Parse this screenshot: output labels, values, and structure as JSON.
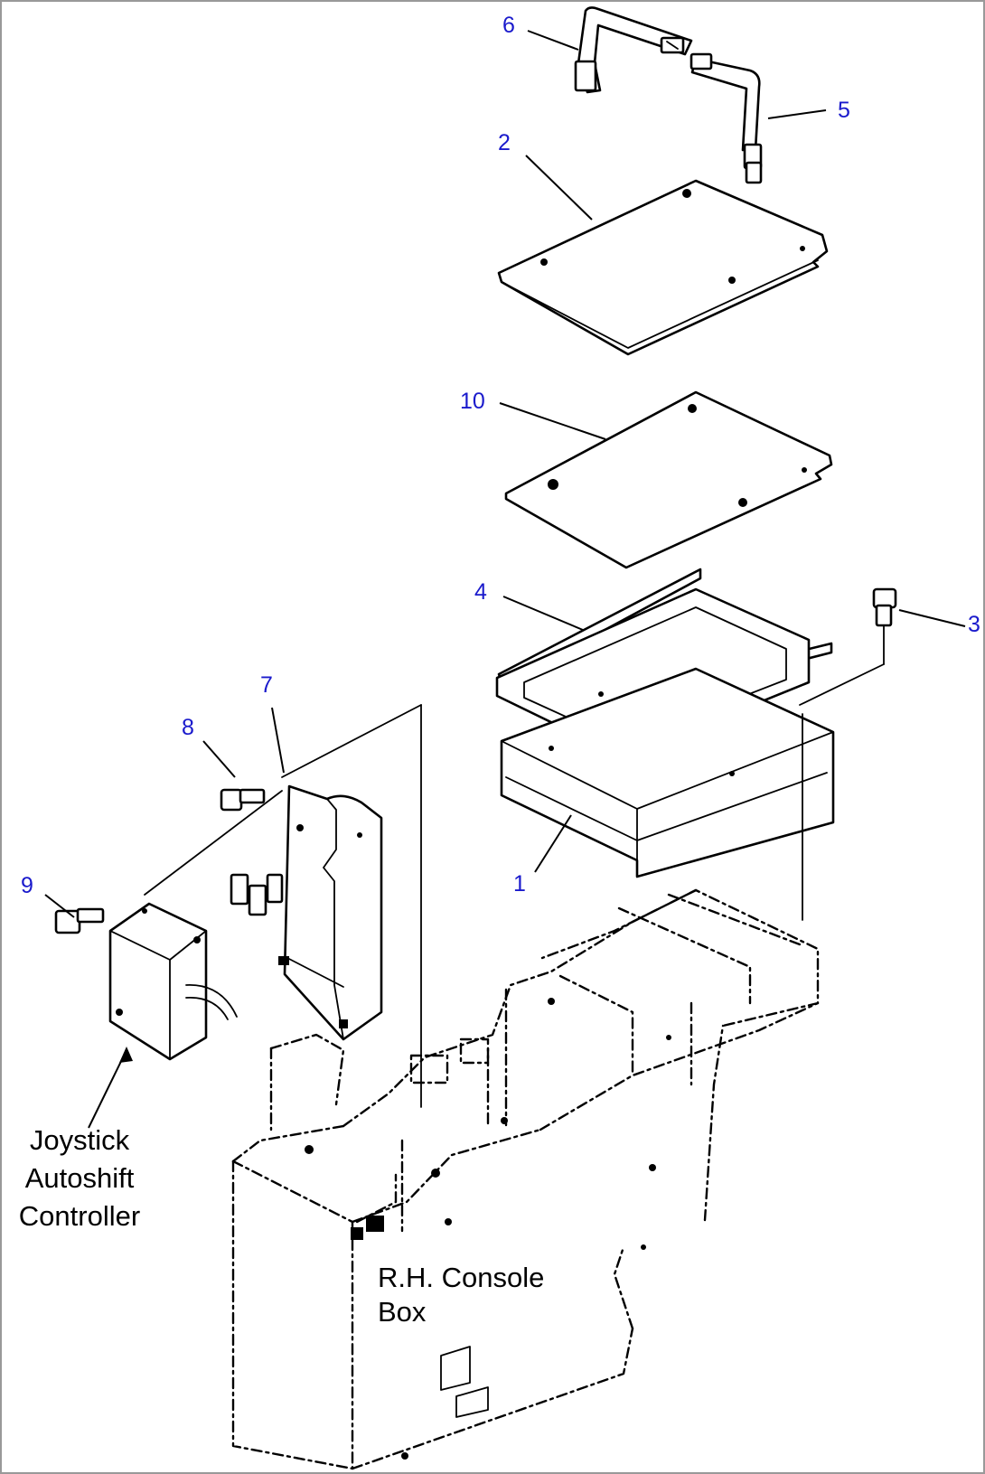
{
  "callouts": [
    {
      "id": "6",
      "label": "6"
    },
    {
      "id": "5",
      "label": "5"
    },
    {
      "id": "2",
      "label": "2"
    },
    {
      "id": "10",
      "label": "10"
    },
    {
      "id": "4",
      "label": "4"
    },
    {
      "id": "3",
      "label": "3"
    },
    {
      "id": "7",
      "label": "7"
    },
    {
      "id": "8",
      "label": "8"
    },
    {
      "id": "9",
      "label": "9"
    },
    {
      "id": "1",
      "label": "1"
    }
  ],
  "labels": {
    "controller": [
      "Joystick",
      "Autoshift",
      "Controller"
    ],
    "console": [
      "R.H. Console",
      "Box"
    ]
  },
  "colors": {
    "callout_text": "#1a1acc",
    "line": "#000000",
    "frame": "#999999"
  }
}
